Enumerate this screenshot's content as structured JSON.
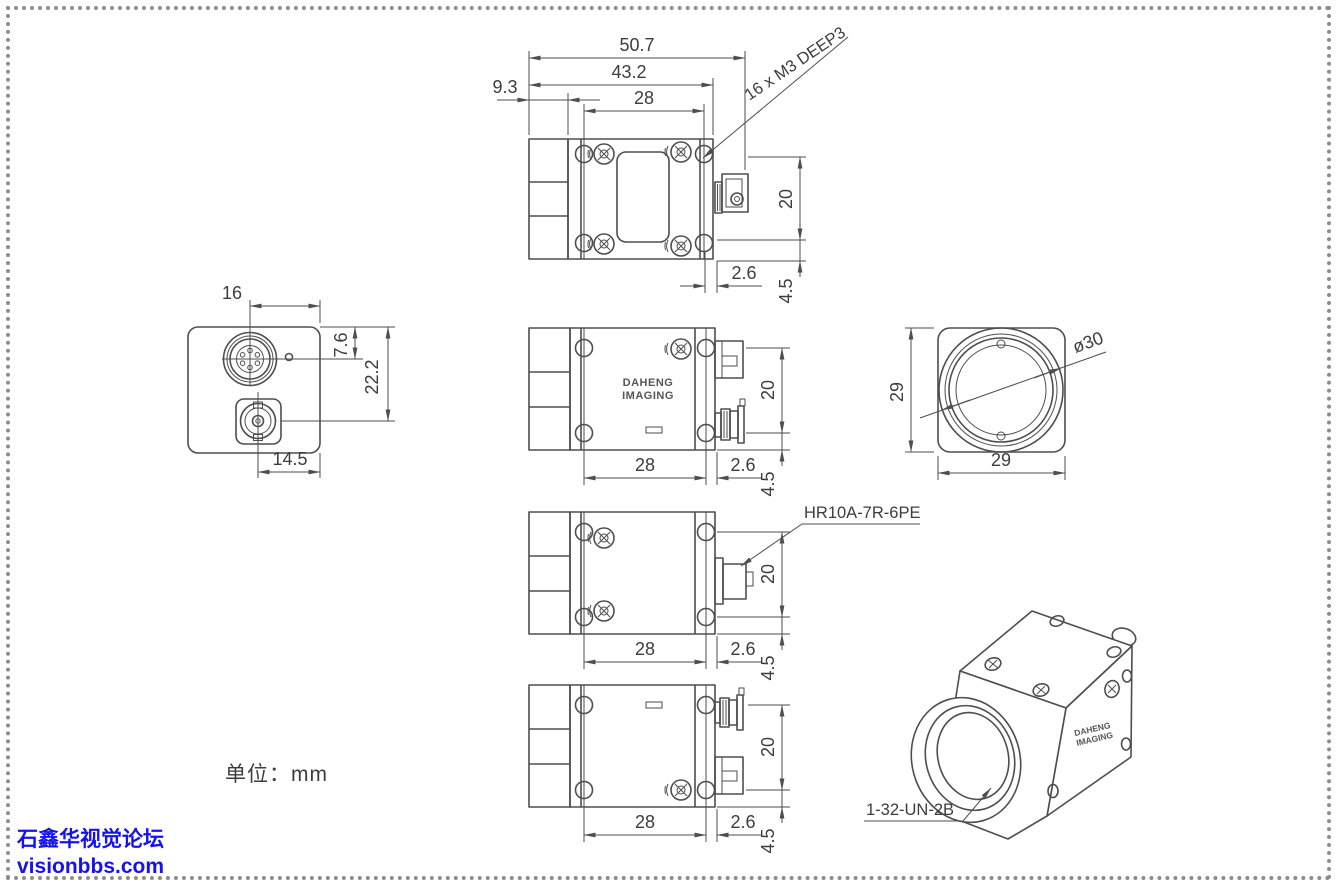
{
  "page": {
    "background": "#ffffff",
    "border_color": "#8d8d8d",
    "line_color": "#4e4e4e",
    "text_color": "#3d3d3d",
    "unit_label": "单位：mm",
    "watermark": {
      "line1": "石鑫华视觉论坛",
      "line2": "visionbbs.com",
      "color": "#1512ef"
    }
  },
  "labels": {
    "thread_note": "16 x  M3 DEEP3",
    "connector_note": "HR10A-7R-6PE",
    "lens_thread_note": "1-32-UN-2B",
    "logo_line1": "DAHENG",
    "logo_line2": "IMAGING"
  },
  "dims": {
    "top_view": {
      "overall_width": "50.7",
      "body_width": "43.2",
      "hole_span": "28",
      "flange_depth": "9.3",
      "hole_height": "20",
      "edge_offset": "2.6",
      "bottom_offset": "4.5"
    },
    "back_view": {
      "connector_offset_x": "16",
      "connector_offset_y": "7.6",
      "connector_spacing": "22.2",
      "bnc_offset_x": "14.5"
    },
    "side_view": {
      "hole_span": "28",
      "edge_offset": "2.6",
      "hole_height": "20",
      "bottom_offset": "4.5"
    },
    "front_view": {
      "body_height": "29",
      "body_width": "29",
      "lens_diameter": "ø30"
    }
  }
}
